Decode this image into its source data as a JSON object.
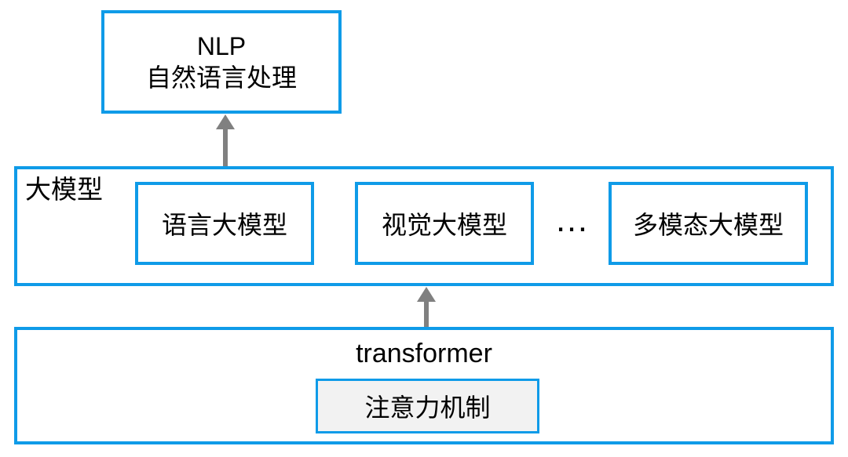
{
  "colors": {
    "box_border": "#0f9be8",
    "arrow": "#808080",
    "attention_fill": "#f2f2f2",
    "text": "#000000",
    "background": "#ffffff"
  },
  "nlp_box": {
    "line1": "NLP",
    "line2": "自然语言处理"
  },
  "large_model_section": {
    "label": "大模型",
    "items": [
      {
        "label": "语言大模型"
      },
      {
        "label": "视觉大模型"
      },
      {
        "label": "多模态大模型"
      }
    ],
    "ellipsis": "…"
  },
  "transformer_section": {
    "title": "transformer",
    "attention_label": "注意力机制"
  },
  "connectors": [
    {
      "icon": "arrow-up-icon",
      "from": "语言大模型",
      "to": "NLP 自然语言处理"
    },
    {
      "icon": "arrow-up-icon",
      "from": "transformer",
      "to": "大模型"
    }
  ]
}
